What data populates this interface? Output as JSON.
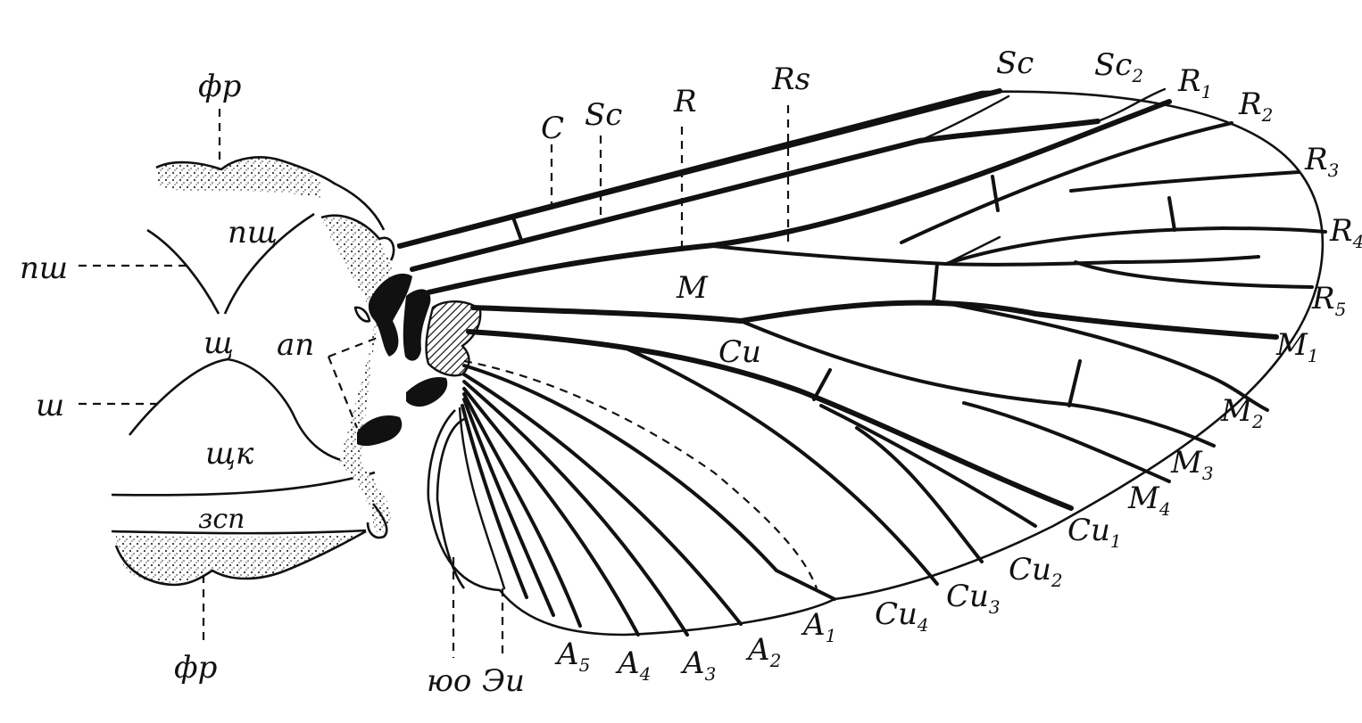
{
  "labels": {
    "fr_top": "фр",
    "pshch": "пщ",
    "psh": "пш",
    "shch": "щ",
    "ap": "ап",
    "sh": "ш",
    "shchk": "щк",
    "zsp": "зсп",
    "fr_bottom": "фр",
    "yuo": "юо",
    "ei": "Эи",
    "C": "C",
    "Sc": "Sc",
    "R": "R",
    "Rs": "Rs",
    "M": "M",
    "Cu": "Cu",
    "Sc_tip": "Sc",
    "Sc2": {
      "base": "Sc",
      "sub": "2"
    },
    "R1": {
      "base": "R",
      "sub": "1"
    },
    "R2": {
      "base": "R",
      "sub": "2"
    },
    "R3": {
      "base": "R",
      "sub": "3"
    },
    "R4": {
      "base": "R",
      "sub": "4"
    },
    "R5": {
      "base": "R",
      "sub": "5"
    },
    "M1": {
      "base": "M",
      "sub": "1"
    },
    "M2": {
      "base": "M",
      "sub": "2"
    },
    "M3": {
      "base": "M",
      "sub": "3"
    },
    "M4": {
      "base": "M",
      "sub": "4"
    },
    "Cu1": {
      "base": "Cu",
      "sub": "1"
    },
    "Cu2": {
      "base": "Cu",
      "sub": "2"
    },
    "Cu3": {
      "base": "Cu",
      "sub": "3"
    },
    "Cu4": {
      "base": "Cu",
      "sub": "4"
    },
    "A1": {
      "base": "A",
      "sub": "1"
    },
    "A2": {
      "base": "A",
      "sub": "2"
    },
    "A3": {
      "base": "A",
      "sub": "3"
    },
    "A4": {
      "base": "A",
      "sub": "4"
    },
    "A5": {
      "base": "A",
      "sub": "5"
    }
  },
  "colors": {
    "ink": "#111111",
    "paper": "#ffffff",
    "hatch": "#111111"
  }
}
